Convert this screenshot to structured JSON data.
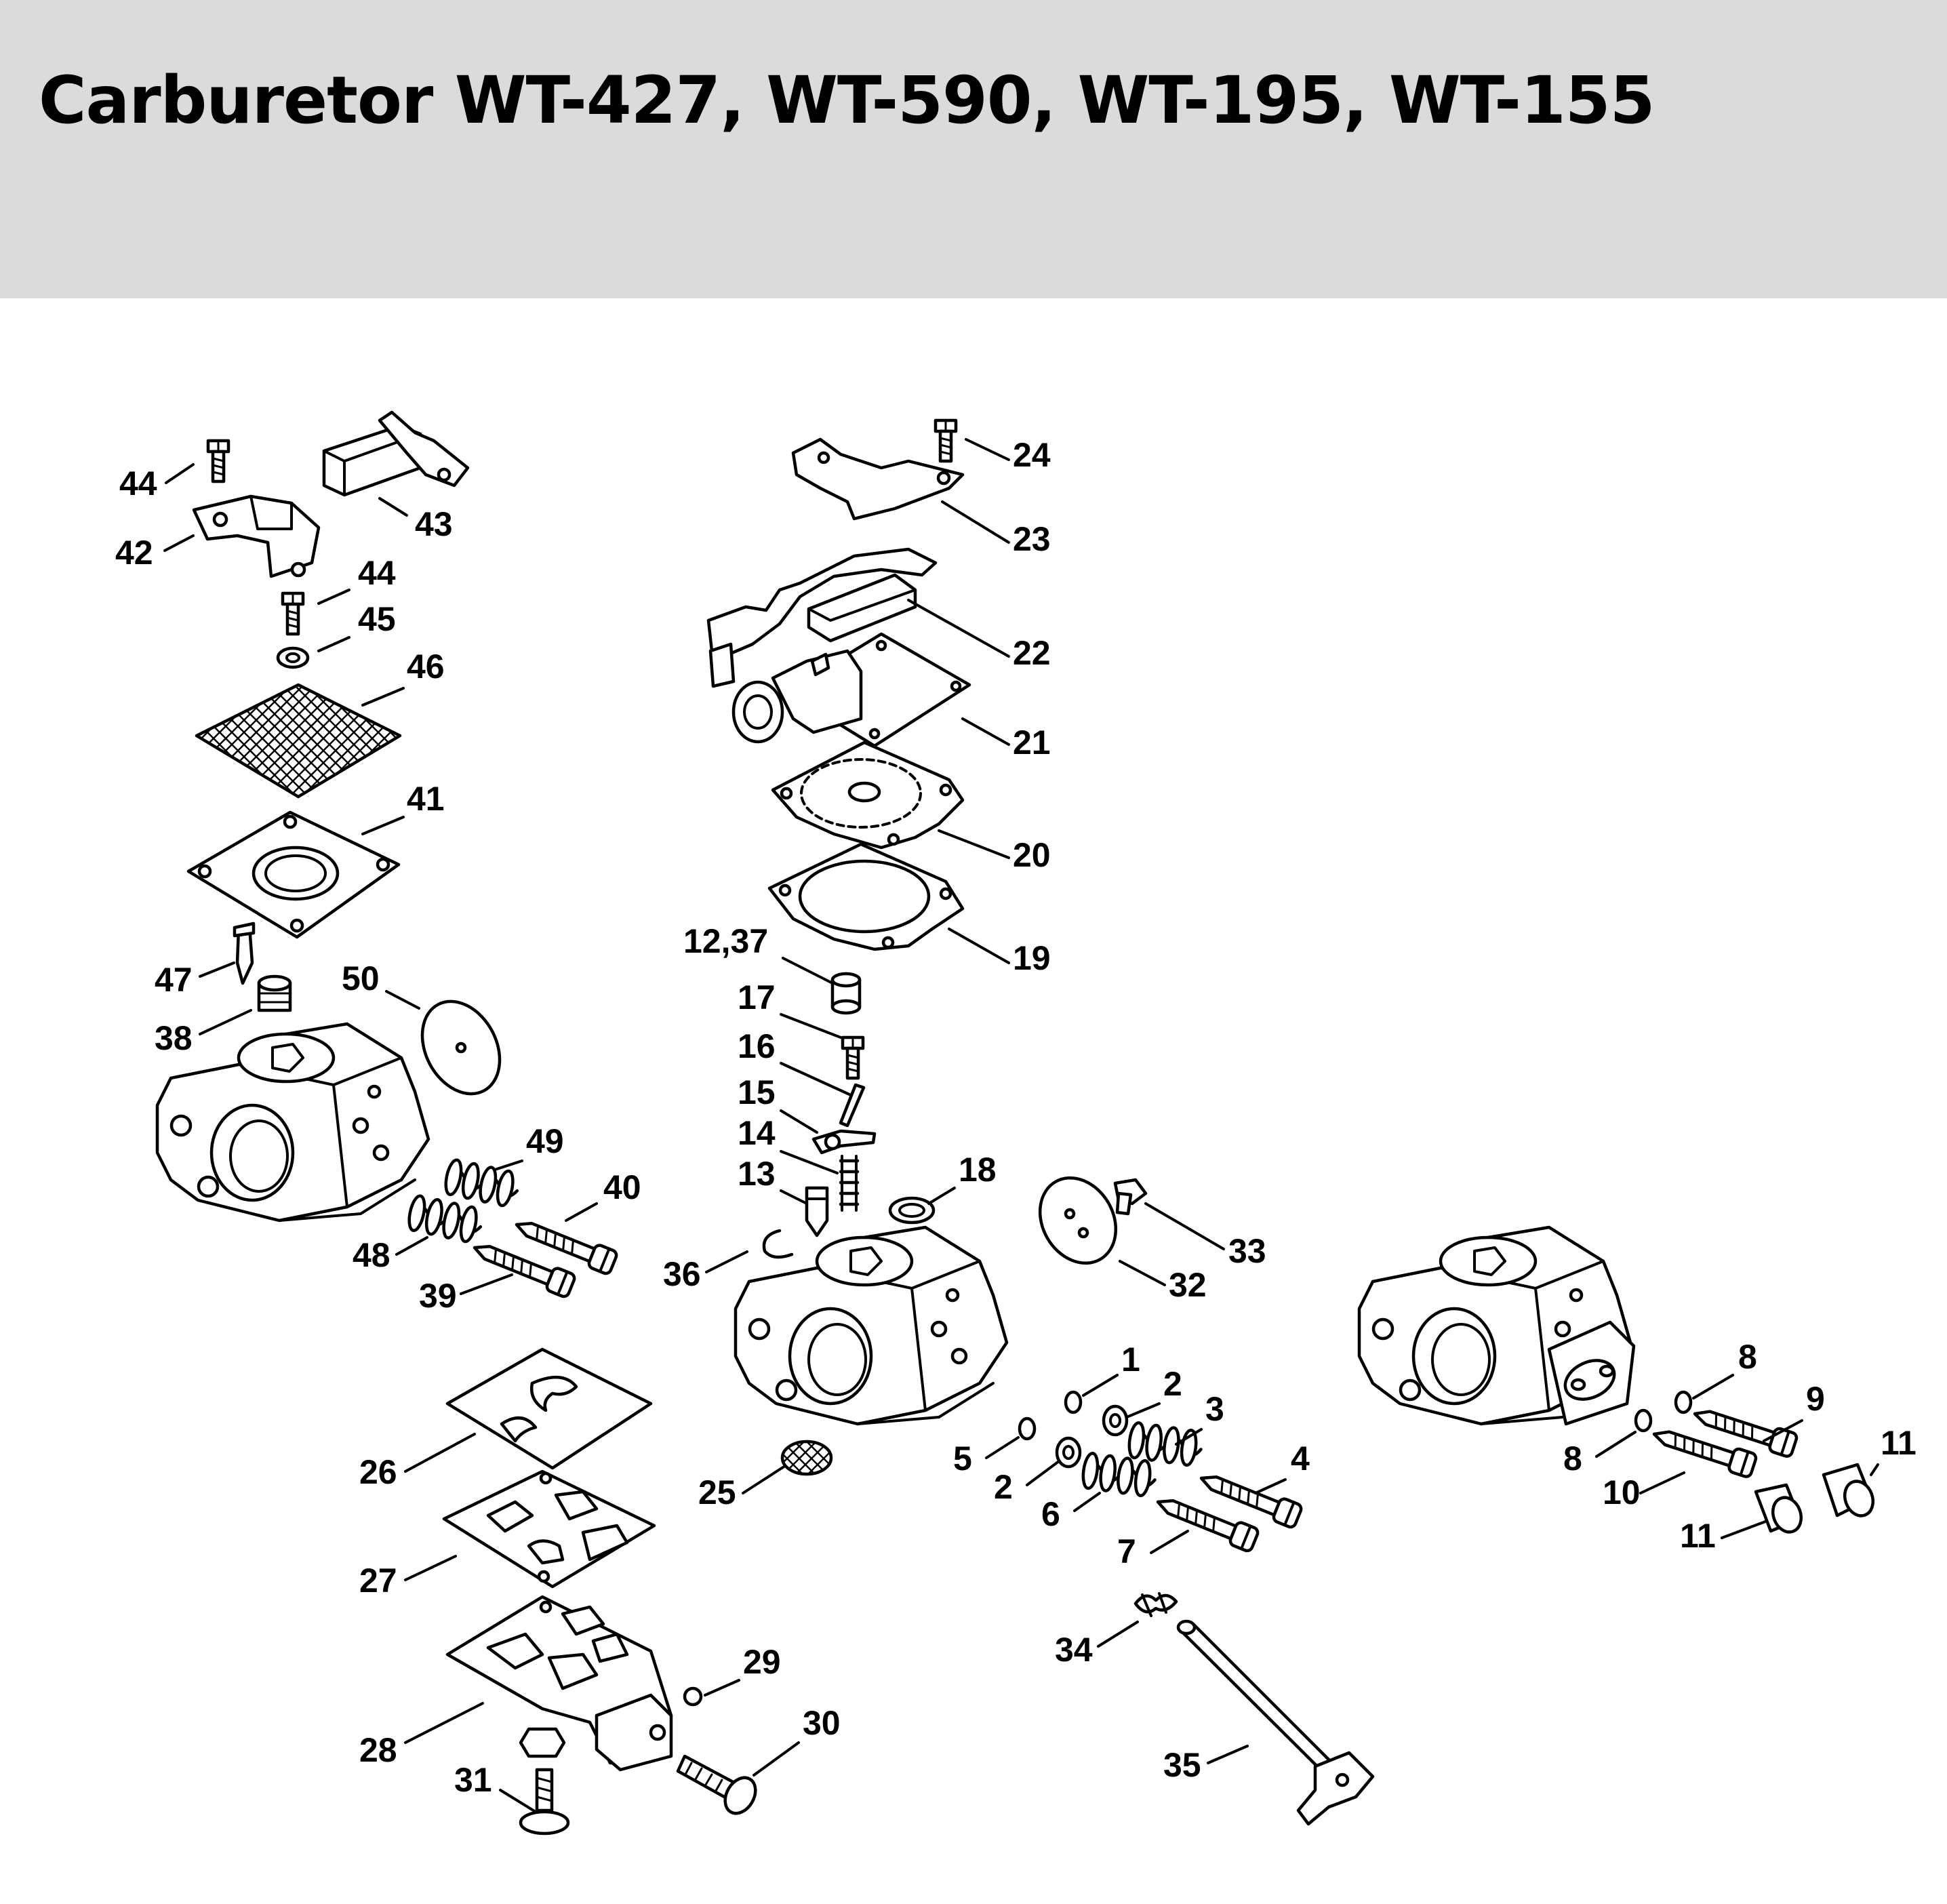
{
  "header": {
    "title": "Carburetor WT-427, WT-590, WT-195, WT-155",
    "background": "#dadcdc"
  },
  "diagram": {
    "callouts": [
      {
        "id": "c44a",
        "label": "44"
      },
      {
        "id": "c43",
        "label": "43"
      },
      {
        "id": "c42",
        "label": "42"
      },
      {
        "id": "c44b",
        "label": "44"
      },
      {
        "id": "c45",
        "label": "45"
      },
      {
        "id": "c46",
        "label": "46"
      },
      {
        "id": "c41",
        "label": "41"
      },
      {
        "id": "c47",
        "label": "47"
      },
      {
        "id": "c50",
        "label": "50"
      },
      {
        "id": "c38",
        "label": "38"
      },
      {
        "id": "c49",
        "label": "49"
      },
      {
        "id": "c40",
        "label": "40"
      },
      {
        "id": "c48",
        "label": "48"
      },
      {
        "id": "c39",
        "label": "39"
      },
      {
        "id": "c24",
        "label": "24"
      },
      {
        "id": "c23",
        "label": "23"
      },
      {
        "id": "c22",
        "label": "22"
      },
      {
        "id": "c21",
        "label": "21"
      },
      {
        "id": "c20",
        "label": "20"
      },
      {
        "id": "c19",
        "label": "19"
      },
      {
        "id": "c12_37",
        "label": "12,37"
      },
      {
        "id": "c17",
        "label": "17"
      },
      {
        "id": "c16",
        "label": "16"
      },
      {
        "id": "c15",
        "label": "15"
      },
      {
        "id": "c14",
        "label": "14"
      },
      {
        "id": "c13",
        "label": "13"
      },
      {
        "id": "c18",
        "label": "18"
      },
      {
        "id": "c36",
        "label": "36"
      },
      {
        "id": "c33",
        "label": "33"
      },
      {
        "id": "c32",
        "label": "32"
      },
      {
        "id": "c1",
        "label": "1"
      },
      {
        "id": "c2a",
        "label": "2"
      },
      {
        "id": "c3",
        "label": "3"
      },
      {
        "id": "c5",
        "label": "5"
      },
      {
        "id": "c4",
        "label": "4"
      },
      {
        "id": "c2b",
        "label": "2"
      },
      {
        "id": "c6",
        "label": "6"
      },
      {
        "id": "c7",
        "label": "7"
      },
      {
        "id": "c8a",
        "label": "8"
      },
      {
        "id": "c9",
        "label": "9"
      },
      {
        "id": "c11a",
        "label": "11"
      },
      {
        "id": "c8b",
        "label": "8"
      },
      {
        "id": "c10",
        "label": "10"
      },
      {
        "id": "c11b",
        "label": "11"
      },
      {
        "id": "c26",
        "label": "26"
      },
      {
        "id": "c25",
        "label": "25"
      },
      {
        "id": "c27",
        "label": "27"
      },
      {
        "id": "c28",
        "label": "28"
      },
      {
        "id": "c29",
        "label": "29"
      },
      {
        "id": "c30",
        "label": "30"
      },
      {
        "id": "c31",
        "label": "31"
      },
      {
        "id": "c34",
        "label": "34"
      },
      {
        "id": "c35",
        "label": "35"
      }
    ]
  }
}
